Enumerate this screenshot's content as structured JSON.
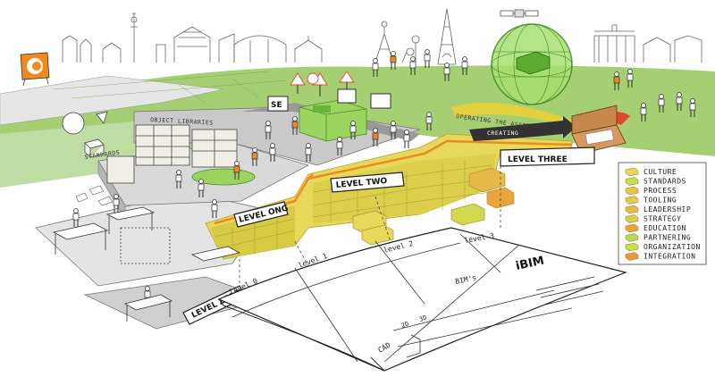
{
  "levels": {
    "zero": "LEVEL ZERO",
    "one": "LEVEL ONG",
    "two": "LEVEL TWO",
    "three": "LEVEL THREE"
  },
  "chart": {
    "col_labels": [
      "level 0",
      "level 1",
      "level 2",
      "level 3"
    ],
    "bims": "BIM's",
    "ibim": "iBIM",
    "left_labels": [
      "CAD",
      "2D",
      "3D"
    ]
  },
  "scene_labels": {
    "object_libraries": "OBJECT LIBRARIES",
    "standards": "STANDARDS",
    "se_sign": "SE",
    "creating": "CREATING",
    "operating": "OPERATING THE ASSET"
  },
  "legend": {
    "items": [
      {
        "label": "CULTURE",
        "color": "#e9d55a"
      },
      {
        "label": "STANDARDS",
        "color": "#c9dd52"
      },
      {
        "label": "PROCESS",
        "color": "#e6c24a"
      },
      {
        "label": "TOOLING",
        "color": "#d9cd55"
      },
      {
        "label": "LEADERSHIP",
        "color": "#e8b84a"
      },
      {
        "label": "STRATEGY",
        "color": "#dccb56"
      },
      {
        "label": "EDUCATION",
        "color": "#e9a43c"
      },
      {
        "label": "PARTNERING",
        "color": "#b9d856"
      },
      {
        "label": "ORGANIZATION",
        "color": "#d2d84f"
      },
      {
        "label": "INTEGRATION",
        "color": "#e8973a"
      }
    ]
  },
  "colors": {
    "sky": "#ffffff",
    "grass": "#a6cf73",
    "grass_dark": "#8cbf58",
    "wall": "#e6d85a",
    "wall_dark": "#c9b93f",
    "orange": "#f08a1e",
    "green_box": "#8fd05a",
    "grey_floor": "#cfcfcf",
    "grey_dark": "#9a9a9a"
  },
  "icons": [
    "logo-icon",
    "globe-icon",
    "briefcase-icon",
    "satellite-icon",
    "warning-sign-icon"
  ]
}
